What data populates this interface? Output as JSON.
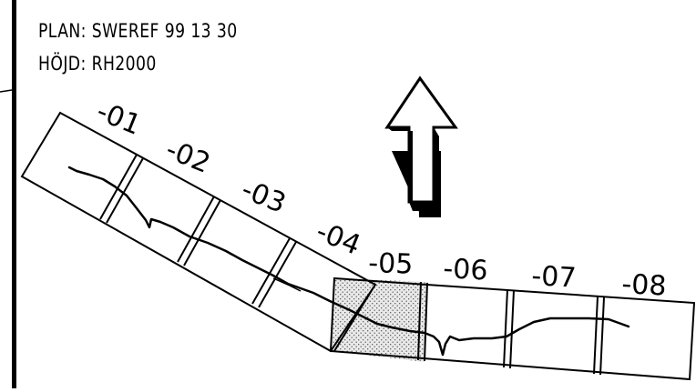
{
  "header": {
    "plan_crs": "PLAN: SWEREF 99 13 30",
    "height_system": "HÖJD: RH2000"
  },
  "north_arrow": {
    "icon": "north-arrow-icon"
  },
  "sheets": [
    {
      "label": "-01"
    },
    {
      "label": "-02"
    },
    {
      "label": "-03"
    },
    {
      "label": "-04"
    },
    {
      "label": "-05",
      "highlighted": true
    },
    {
      "label": "-06"
    },
    {
      "label": "-07"
    },
    {
      "label": "-08"
    }
  ],
  "colors": {
    "ink": "#000000",
    "highlight_fill": "#e6e6e6",
    "background": "#ffffff"
  }
}
